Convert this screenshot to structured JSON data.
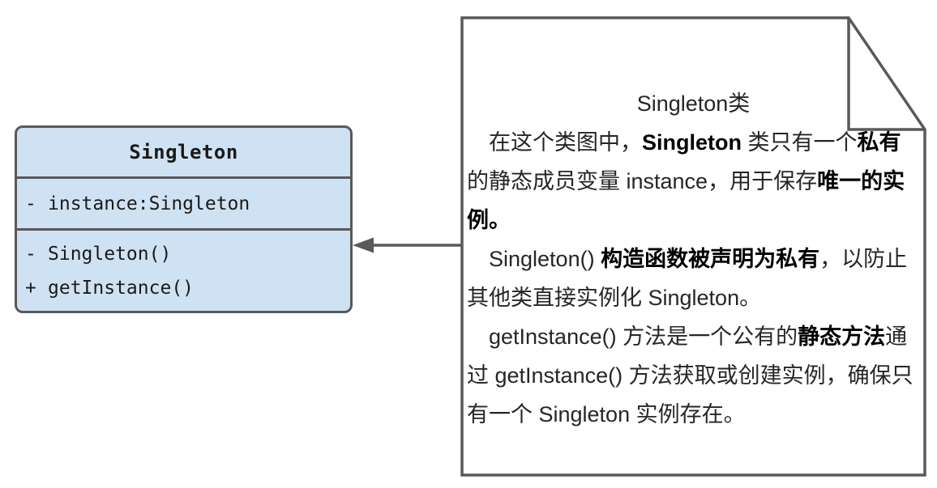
{
  "colors": {
    "outline": "#595959",
    "class_fill": "#cfe2f3",
    "text": "#262626"
  },
  "class_box": {
    "title": "Singleton",
    "attributes": [
      {
        "visibility": "-",
        "label": "instance:Singleton"
      }
    ],
    "methods": [
      {
        "visibility": "-",
        "label": "Singleton()"
      },
      {
        "visibility": "+",
        "label": "getInstance()"
      }
    ]
  },
  "connector": {
    "type": "arrow",
    "direction": "left",
    "from": "note",
    "to": "class-box"
  },
  "note": {
    "title": "Singleton类",
    "paragraphs": [
      {
        "segments": [
          {
            "text": "在这个类图中，",
            "bold": false
          },
          {
            "text": "Singleton",
            "bold": true
          },
          {
            "text": " 类只有一个",
            "bold": false
          },
          {
            "text": "私有",
            "bold": true
          },
          {
            "text": "的静态成员变量 instance，用于保存",
            "bold": false
          },
          {
            "text": "唯一的实例。",
            "bold": true
          }
        ]
      },
      {
        "segments": [
          {
            "text": "Singleton() ",
            "bold": false
          },
          {
            "text": "构造函数被声明为私有",
            "bold": true
          },
          {
            "text": "，以防止其他类直接实例化 Singleton。",
            "bold": false
          }
        ]
      },
      {
        "segments": [
          {
            "text": "getInstance() 方法是一个公有的",
            "bold": false
          },
          {
            "text": "静态方法",
            "bold": true
          },
          {
            "text": "通过 getInstance() 方法获取或创建实例，确保只有一个 Singleton 实例存在。",
            "bold": false
          }
        ]
      }
    ]
  }
}
